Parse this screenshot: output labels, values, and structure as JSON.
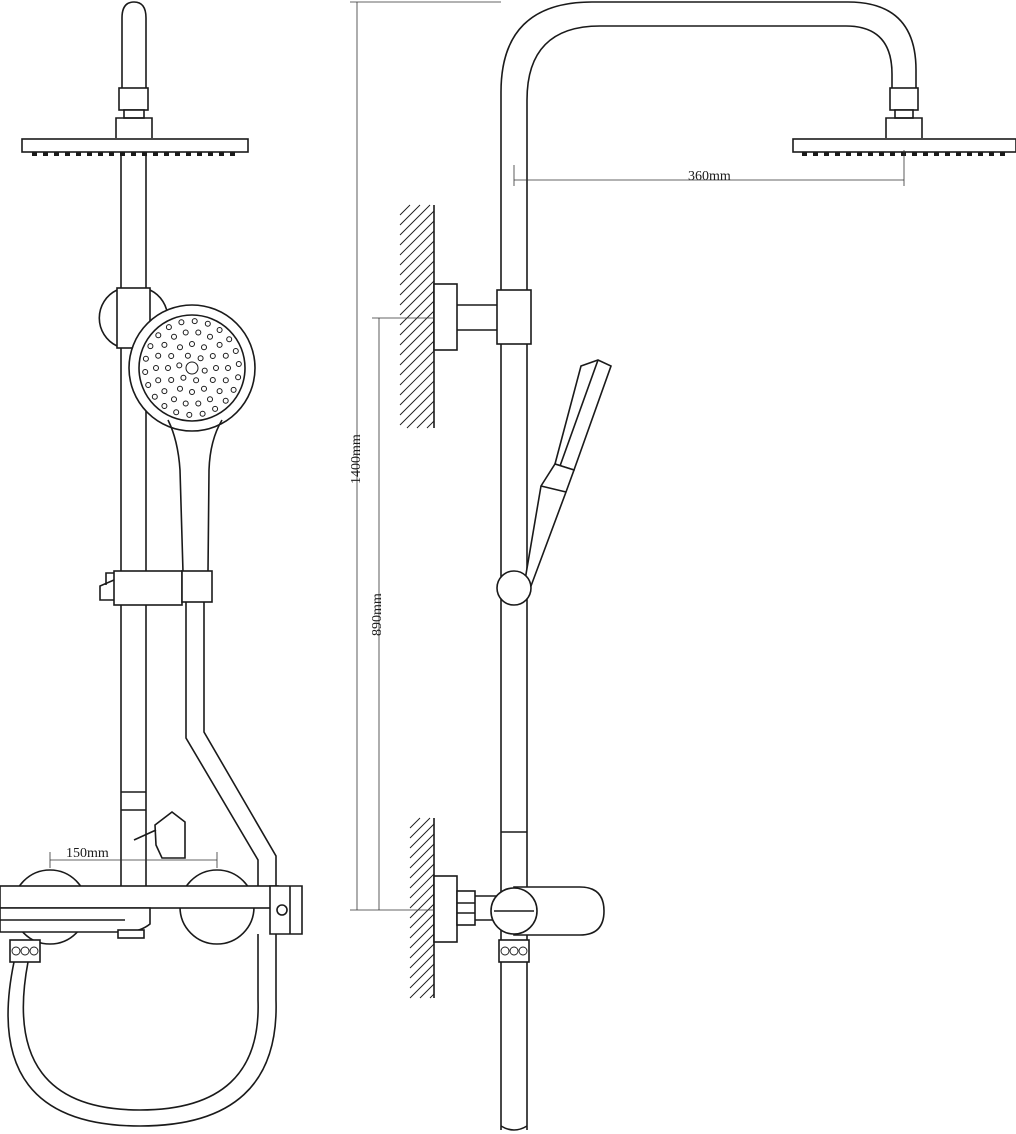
{
  "dimensions": {
    "total_height": "1400mm",
    "mixer_height": "890mm",
    "arm_reach": "360mm",
    "inlet_spacing": "150mm"
  },
  "colors": {
    "line": "#1a1a1a",
    "background": "#ffffff"
  }
}
